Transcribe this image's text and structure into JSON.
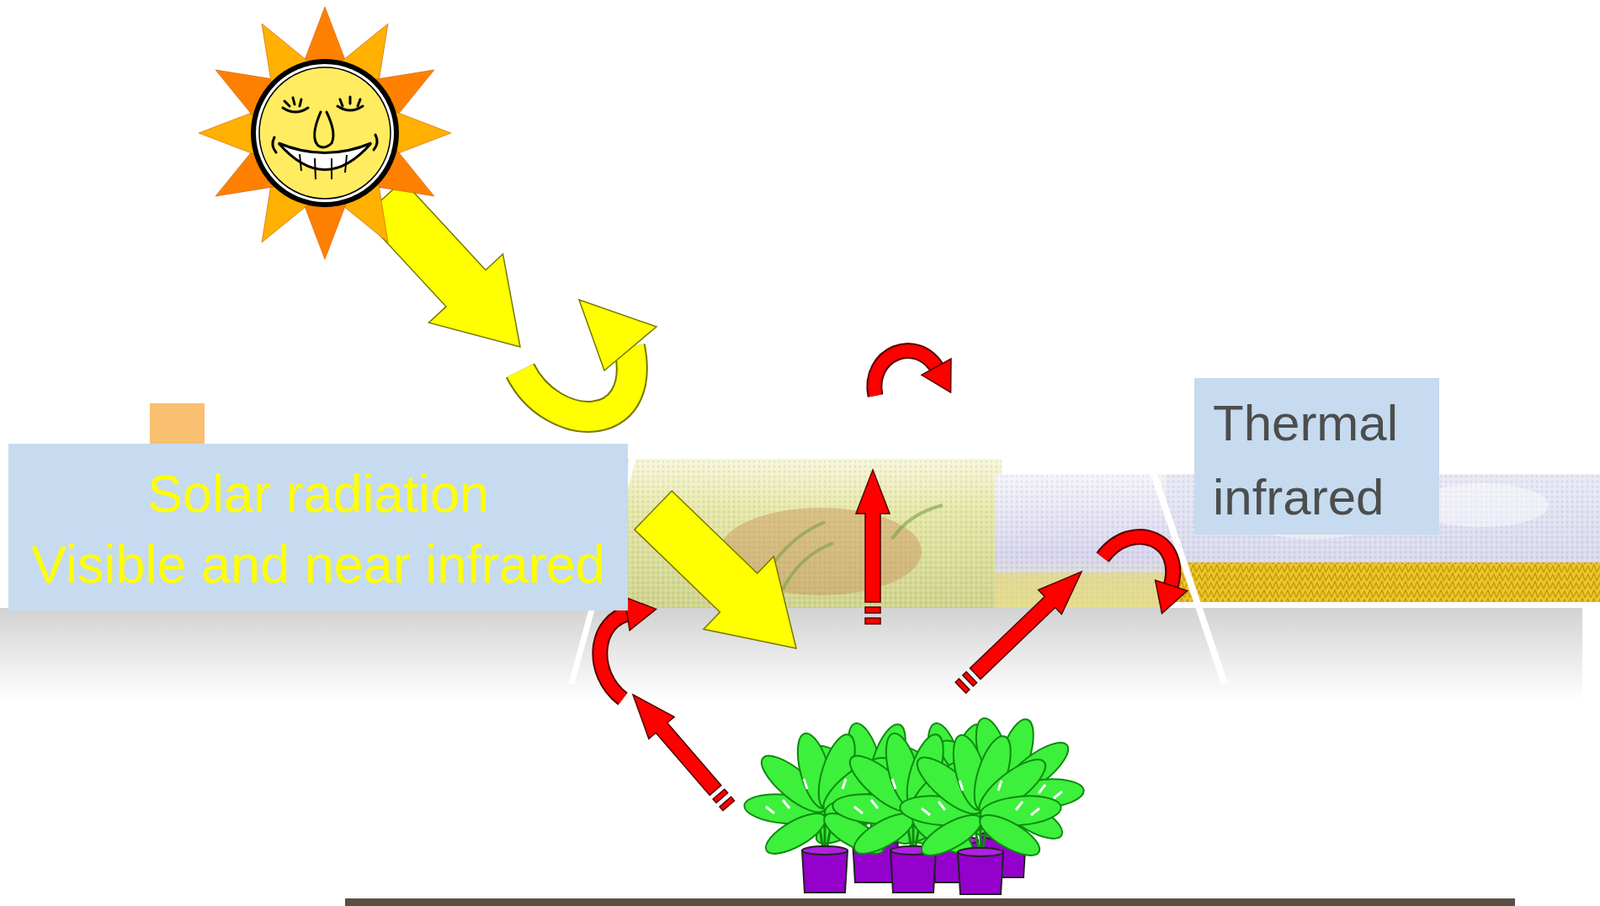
{
  "diagram": {
    "nodes": [
      {
        "text": [
          "Solar radiation",
          "Visible and near infrared"
        ]
      },
      {
        "text": [
          "Thermal infrared"
        ]
      }
    ]
  }
}
